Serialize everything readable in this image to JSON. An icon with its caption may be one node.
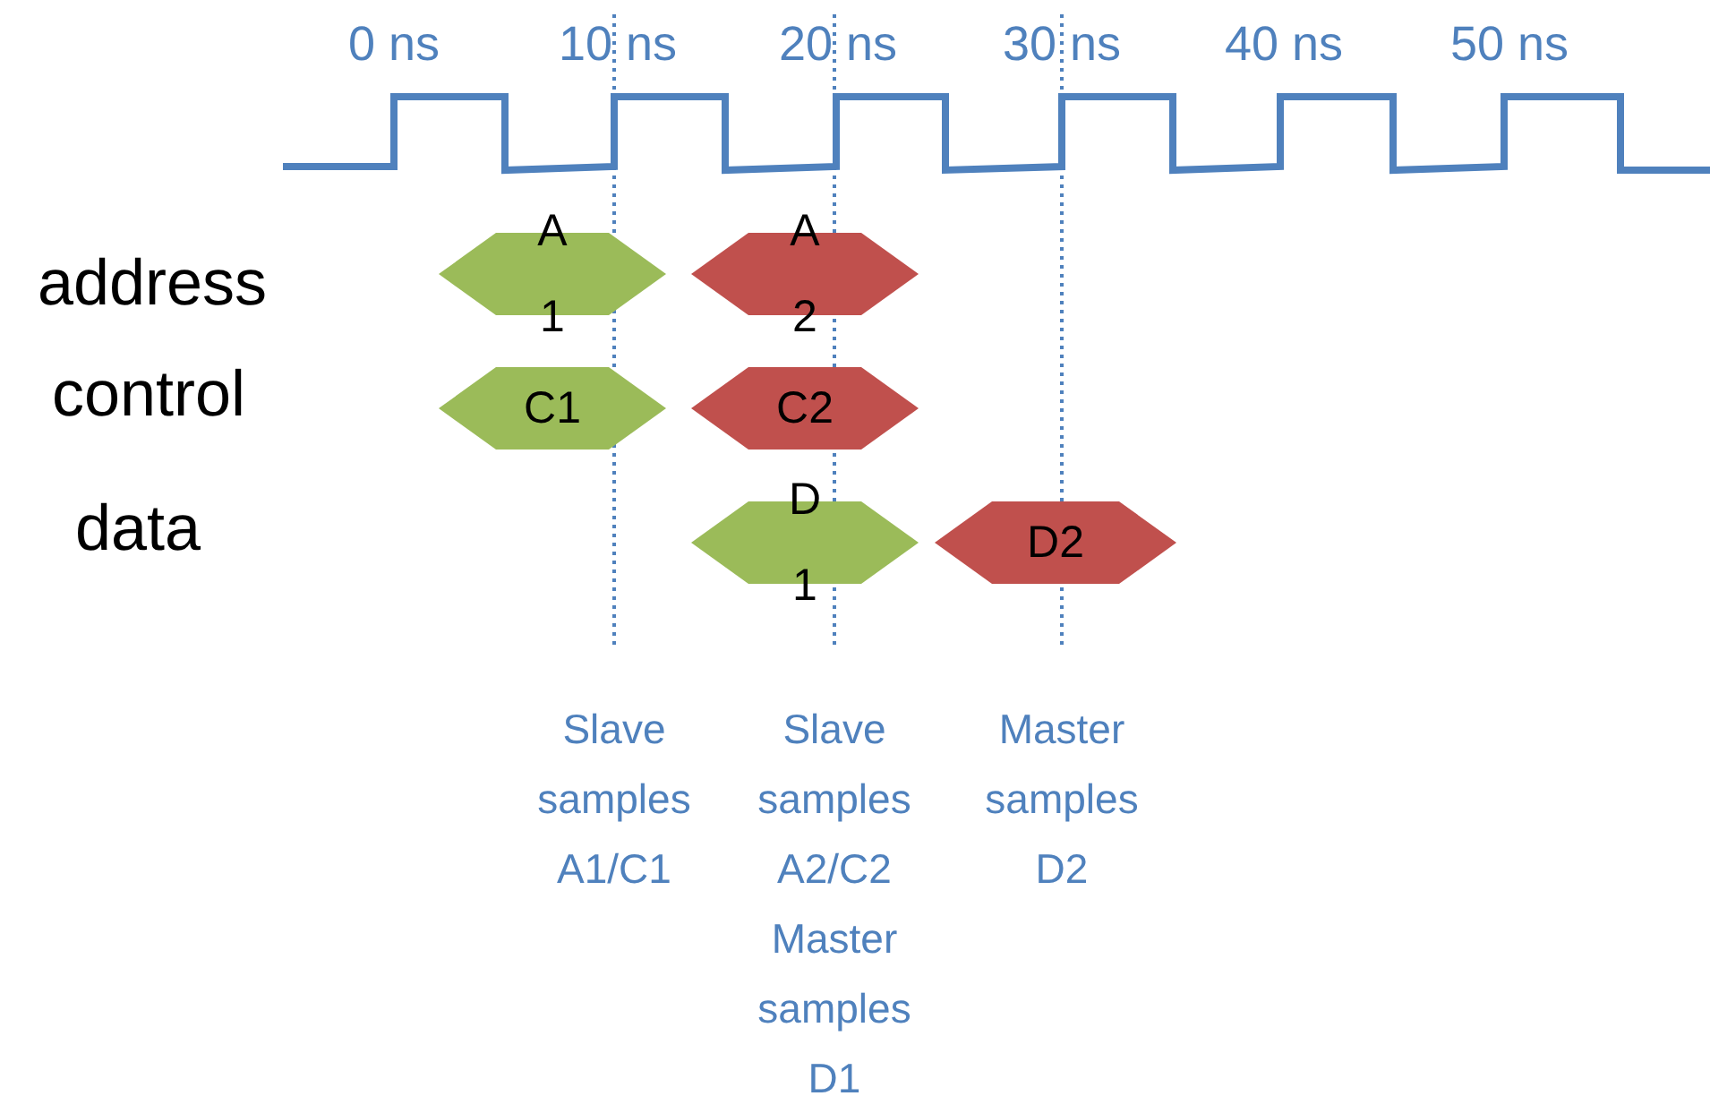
{
  "diagram": {
    "nodes": [
      {
        "text": [
          "A 1"
        ]
      },
      {
        "text": [
          "A 2"
        ]
      },
      {
        "text": [
          "C1"
        ]
      },
      {
        "text": [
          "C2"
        ]
      },
      {
        "text": [
          "D 1"
        ]
      },
      {
        "text": [
          "D2"
        ]
      }
    ],
    "labels": [
      "0 ns",
      "10 ns",
      "20 ns",
      "30 ns",
      "40 ns",
      "50 ns",
      "address",
      "control",
      "data",
      "Slave samples A1/C1",
      "Slave samples A2/C2",
      "Master samples D2",
      "Master samples D1"
    ]
  }
}
